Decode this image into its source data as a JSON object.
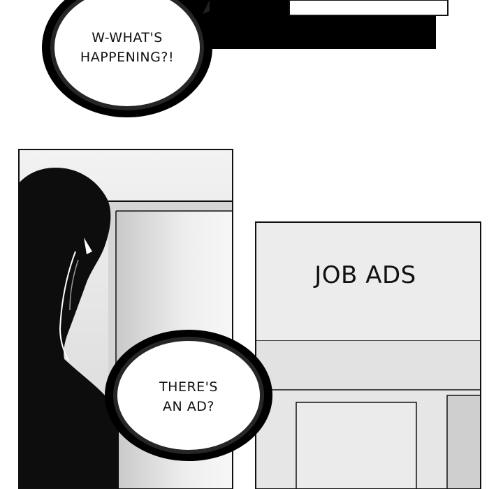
{
  "page": {
    "background": "#ffffff",
    "ink": "#111111"
  },
  "bubbles": [
    {
      "id": "bubble-1",
      "text": "W-WHAT'S\nHAPPENING?!"
    },
    {
      "id": "bubble-2",
      "text": "THERE'S\nAN AD?"
    }
  ],
  "sign": {
    "text": "JOB ADS"
  },
  "palette": {
    "panel_border": "#111111",
    "wall_light": "#ececec",
    "wall_mid": "#dcdcdc",
    "wall_dark": "#c9c9c9",
    "silhouette": "#0d0d0d"
  }
}
